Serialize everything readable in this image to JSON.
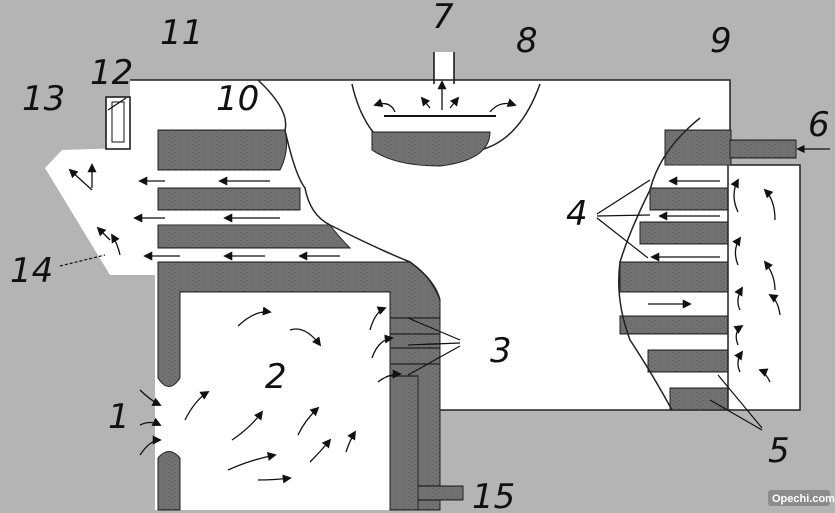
{
  "labels": {
    "l1": "1",
    "l2": "2",
    "l3": "3",
    "l4": "4",
    "l5": "5",
    "l6": "6",
    "l7": "7",
    "l8": "8",
    "l9": "9",
    "l10": "10",
    "l11": "11",
    "l12": "12",
    "l13": "13",
    "l14": "14",
    "l15": "15"
  },
  "watermark": "Opechi.com",
  "colors": {
    "background": "#b4b4b4",
    "white": "#ffffff",
    "brick": "#6e6e6e",
    "ink": "#111111"
  }
}
